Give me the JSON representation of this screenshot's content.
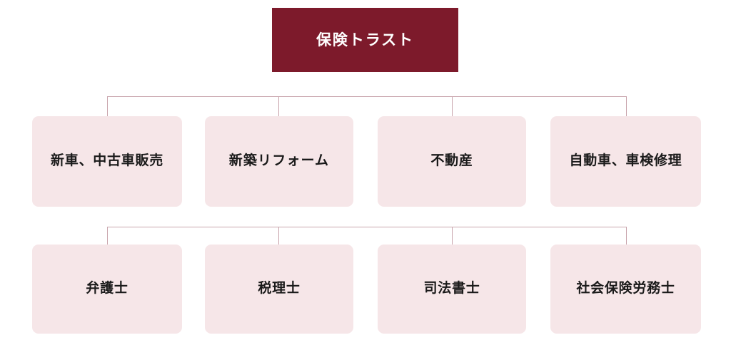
{
  "diagram": {
    "type": "organization-chart",
    "colors": {
      "root_fill": "#7d1a2b",
      "root_text": "#ffffff",
      "node_fill": "#f6e6e8",
      "node_text": "#1a1a1a",
      "connector": "#c9a5ad",
      "background": "#ffffff"
    },
    "root": {
      "label": "保険トラスト"
    },
    "groups": [
      {
        "name": "business-partners",
        "nodes": [
          {
            "label": "新車、中古車販売",
            "emphasis": false
          },
          {
            "label": "新築リフォーム",
            "emphasis": true
          },
          {
            "label": "不動産",
            "emphasis": false
          },
          {
            "label": "自動車、車検修理",
            "emphasis": false
          }
        ]
      },
      {
        "name": "professional-partners",
        "nodes": [
          {
            "label": "弁護士",
            "emphasis": false
          },
          {
            "label": "税理士",
            "emphasis": false
          },
          {
            "label": "司法書士",
            "emphasis": false
          },
          {
            "label": "社会保険労務士",
            "emphasis": false
          }
        ]
      }
    ]
  }
}
